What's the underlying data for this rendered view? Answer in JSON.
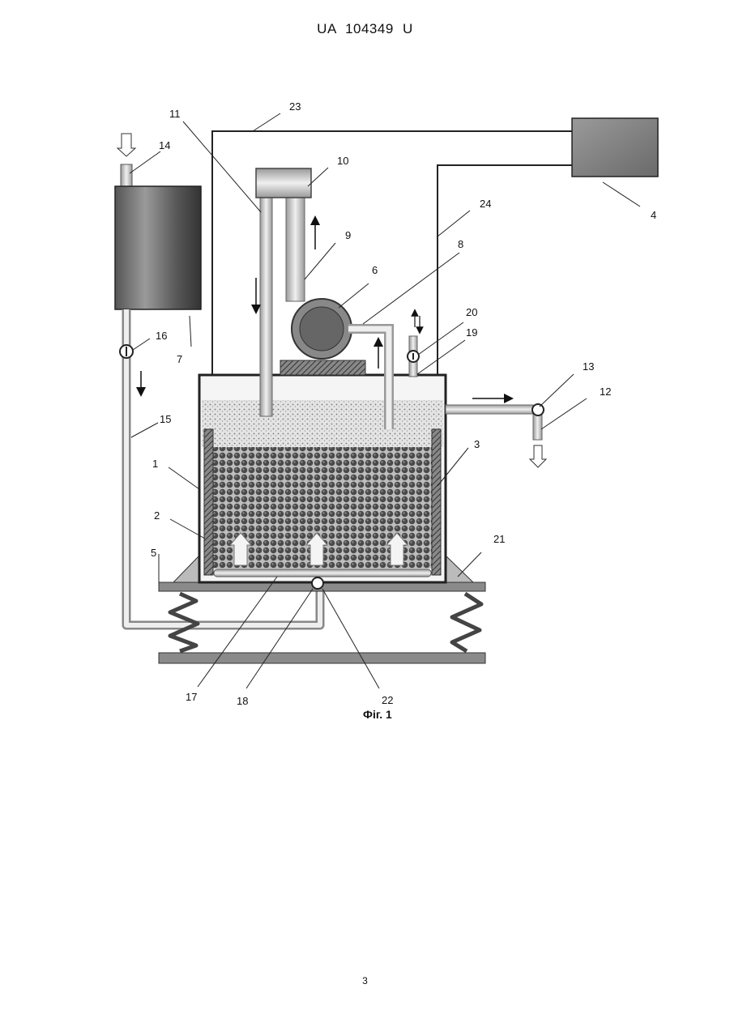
{
  "header": {
    "doc_id": "UA   104349   U"
  },
  "figure": {
    "caption": "Фіг. 1",
    "labels": [
      {
        "key": "l1",
        "text": "1"
      },
      {
        "key": "l2",
        "text": "2"
      },
      {
        "key": "l3",
        "text": "3"
      },
      {
        "key": "l4",
        "text": "4"
      },
      {
        "key": "l5",
        "text": "5"
      },
      {
        "key": "l6",
        "text": "6"
      },
      {
        "key": "l7",
        "text": "7"
      },
      {
        "key": "l8",
        "text": "8"
      },
      {
        "key": "l9",
        "text": "9"
      },
      {
        "key": "l10",
        "text": "10"
      },
      {
        "key": "l11",
        "text": "11"
      },
      {
        "key": "l12",
        "text": "12"
      },
      {
        "key": "l13",
        "text": "13"
      },
      {
        "key": "l14",
        "text": "14"
      },
      {
        "key": "l15",
        "text": "15"
      },
      {
        "key": "l16",
        "text": "16"
      },
      {
        "key": "l17",
        "text": "17"
      },
      {
        "key": "l18",
        "text": "18"
      },
      {
        "key": "l19",
        "text": "19"
      },
      {
        "key": "l20",
        "text": "20"
      },
      {
        "key": "l21",
        "text": "21"
      },
      {
        "key": "l22",
        "text": "22"
      },
      {
        "key": "l23",
        "text": "23"
      },
      {
        "key": "l24",
        "text": "24"
      }
    ]
  },
  "footer": {
    "page_number": "3"
  }
}
